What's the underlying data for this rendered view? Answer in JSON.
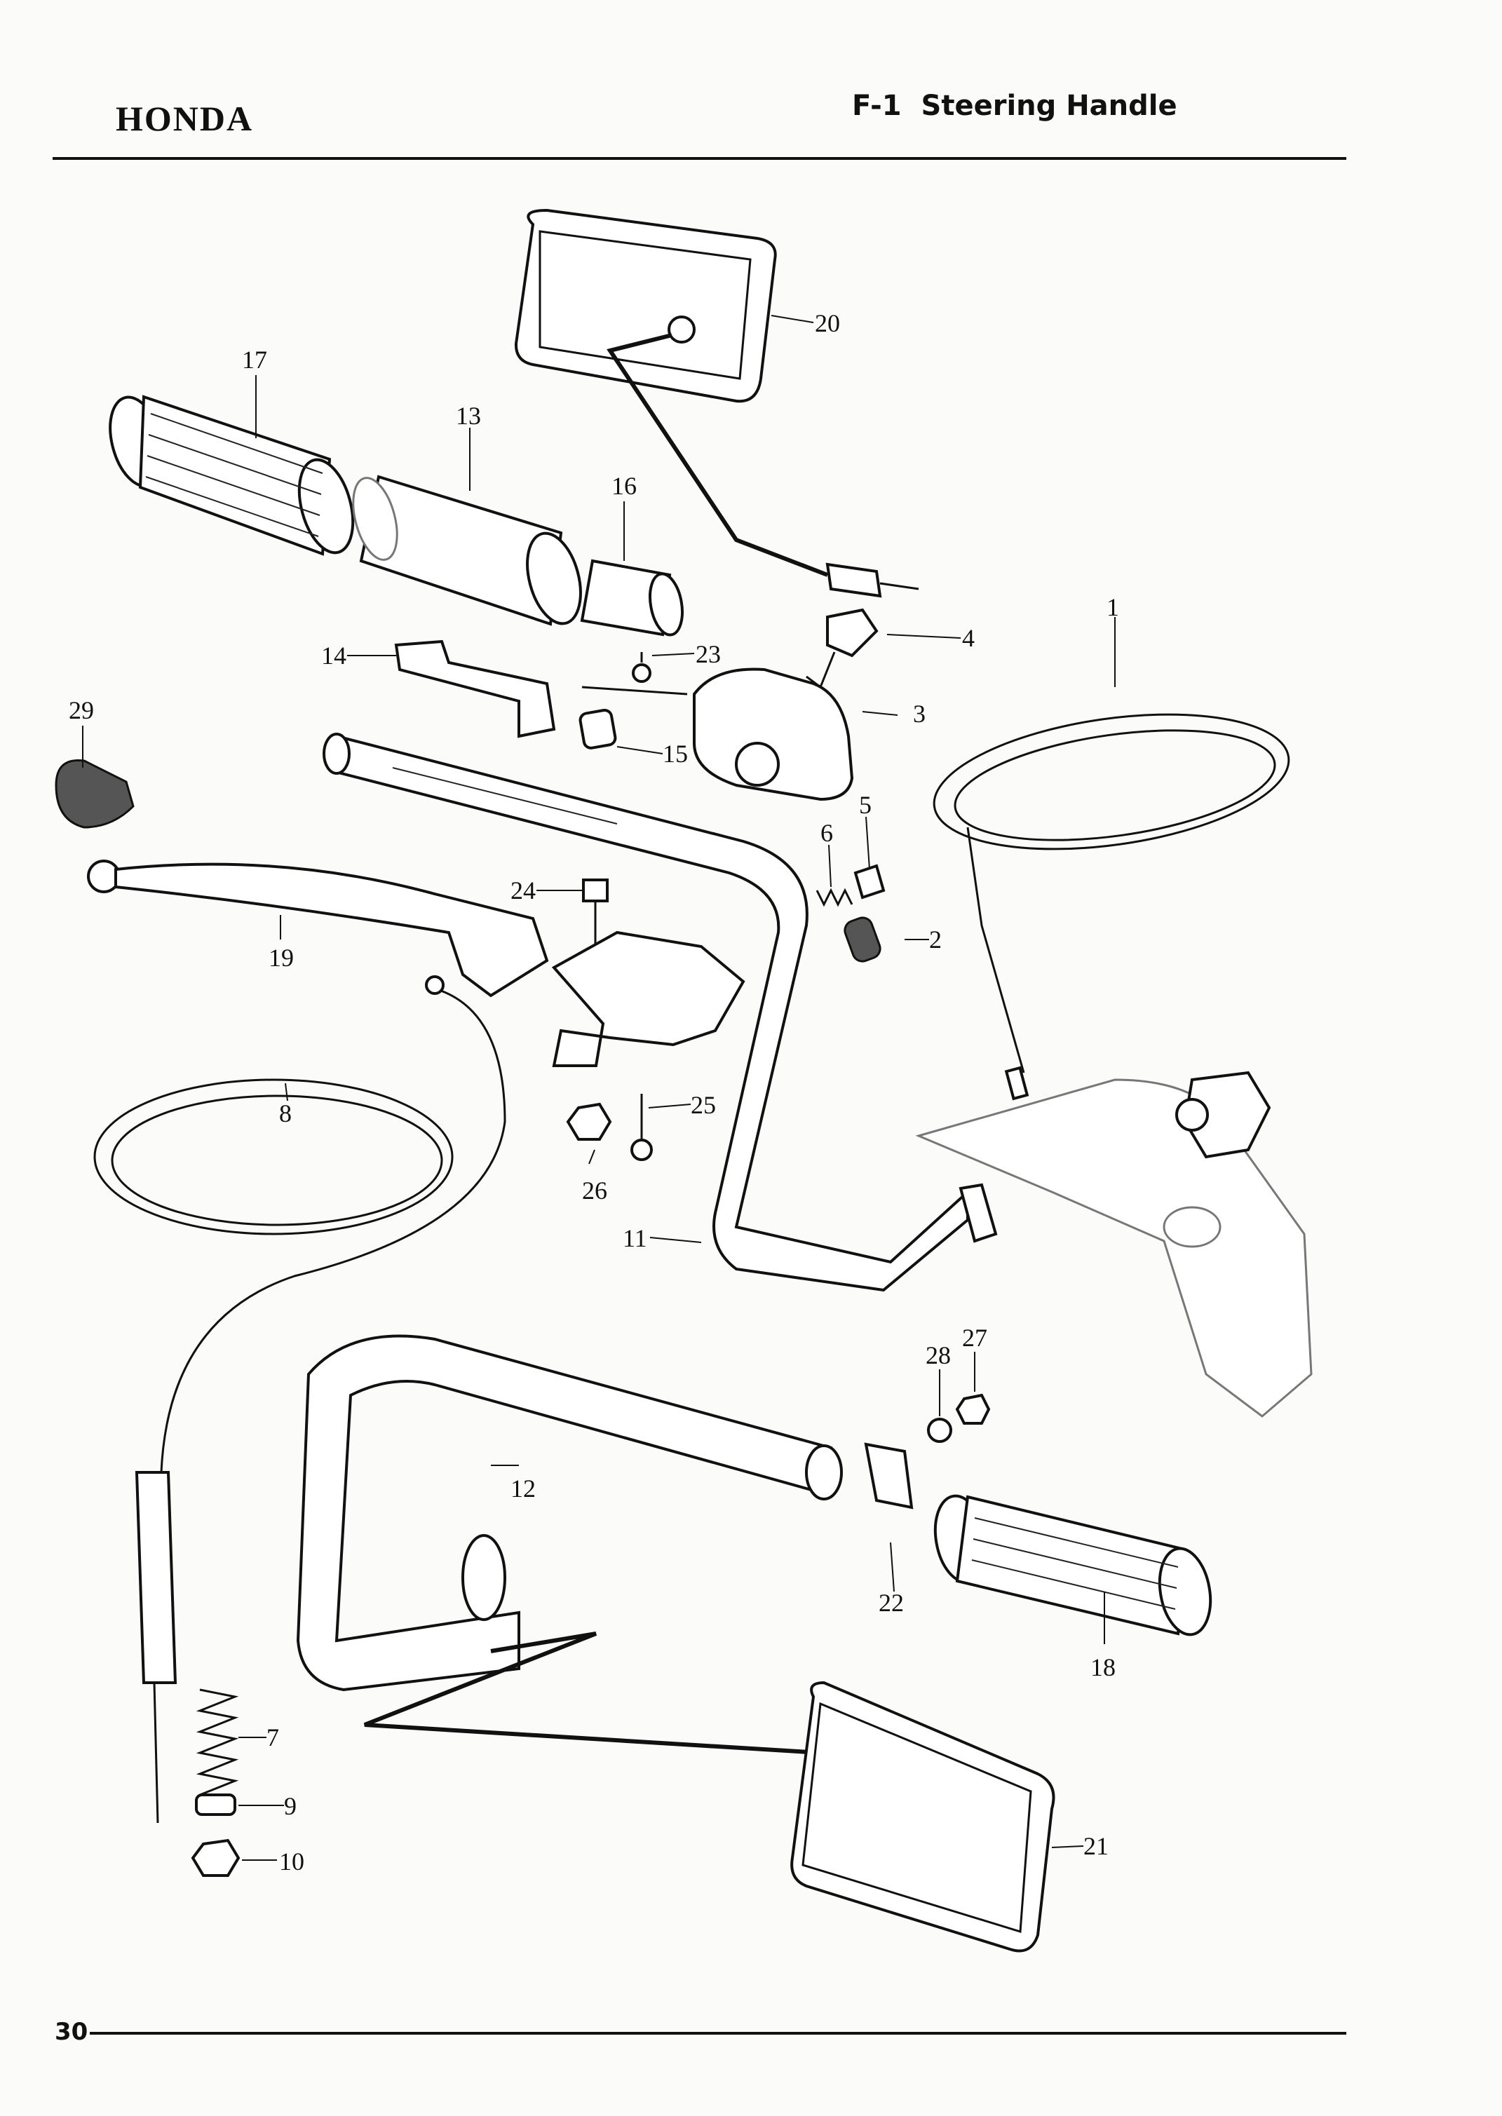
{
  "header": {
    "brand": "HONDA",
    "section_code": "F-1",
    "section_title": "Steering Handle"
  },
  "footer": {
    "page_number": "30"
  },
  "callouts": [
    "1",
    "2",
    "3",
    "4",
    "5",
    "6",
    "7",
    "8",
    "9",
    "10",
    "11",
    "12",
    "13",
    "14",
    "15",
    "16",
    "17",
    "18",
    "19",
    "20",
    "21",
    "22",
    "23",
    "24",
    "25",
    "26",
    "27",
    "28",
    "29"
  ]
}
